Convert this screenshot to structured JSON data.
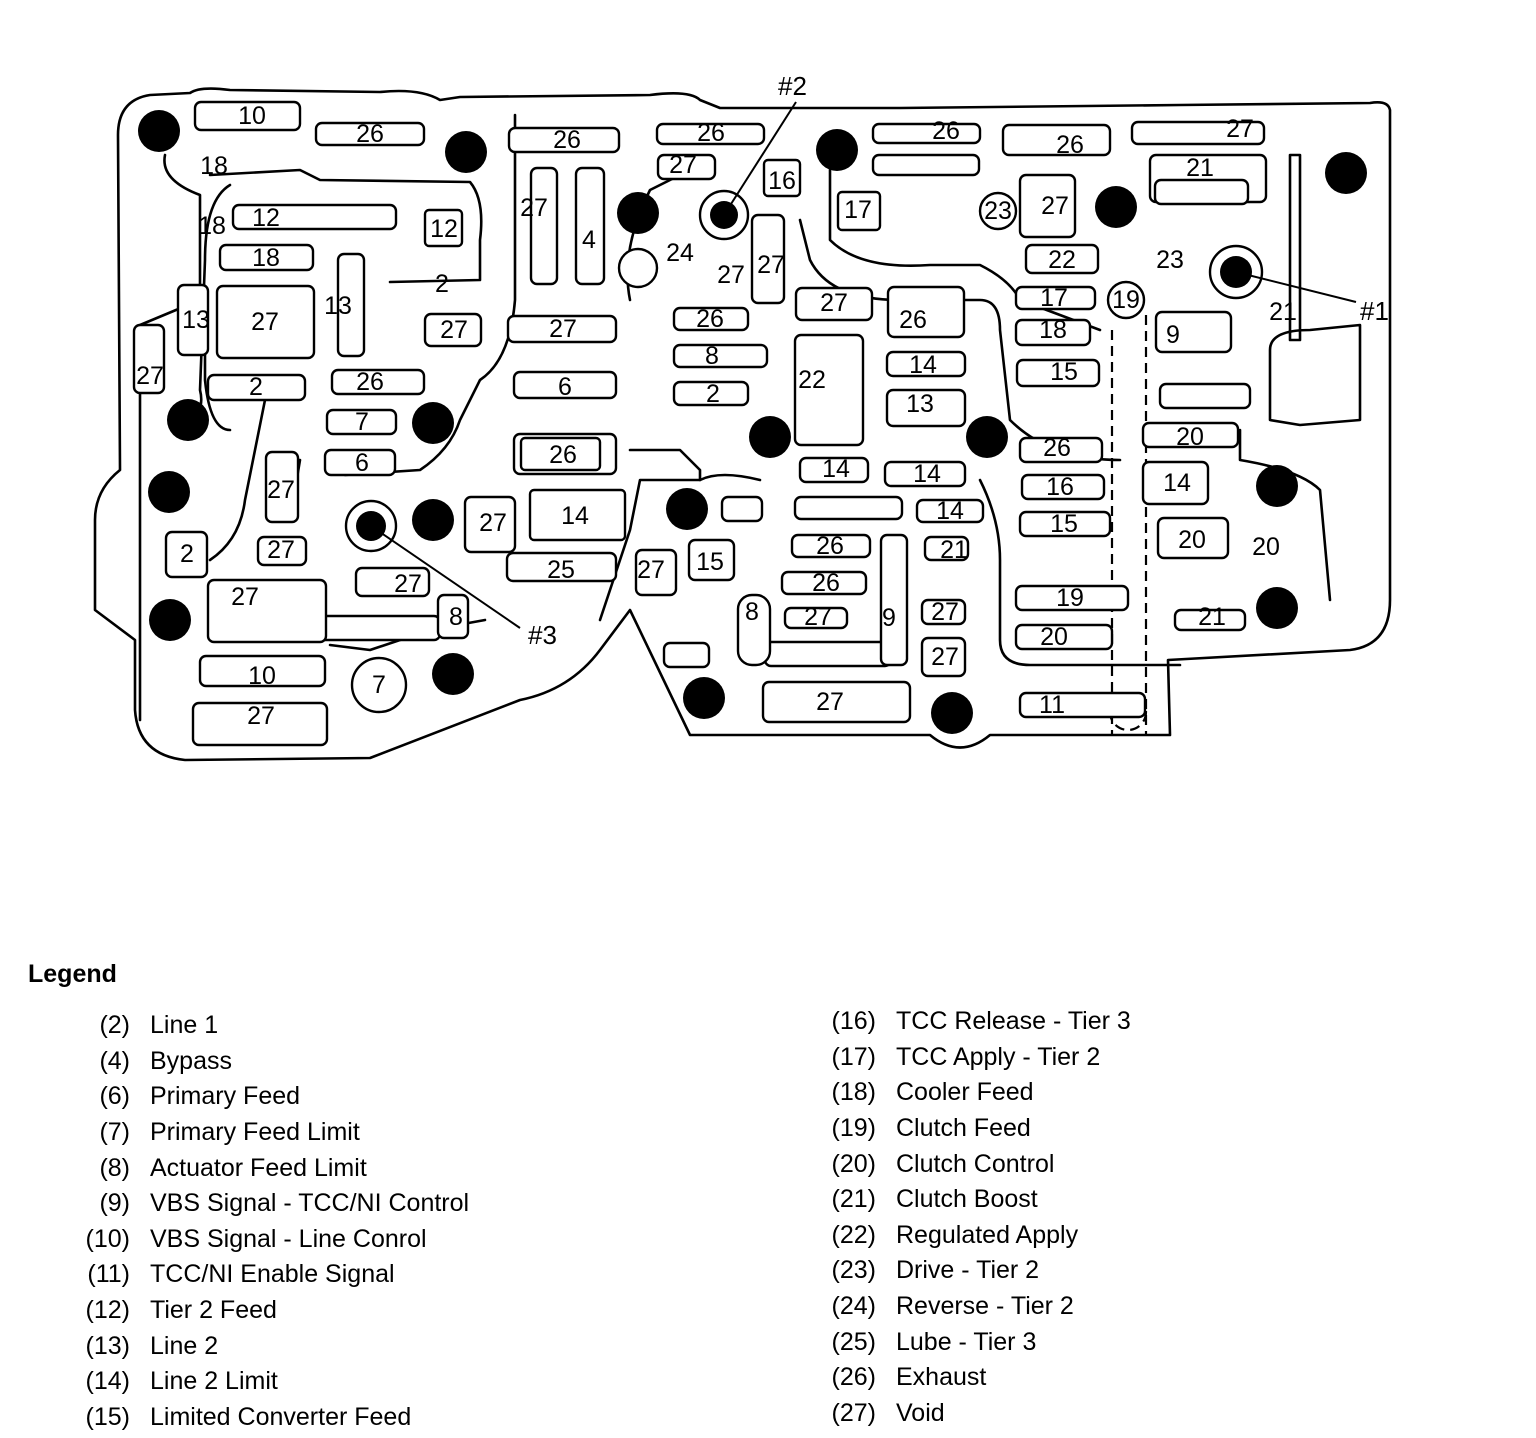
{
  "diagram": {
    "type": "valve-body-passage-diagram",
    "callouts": [
      {
        "id": "check-ball-1",
        "label": "#1"
      },
      {
        "id": "check-ball-2",
        "label": "#2"
      },
      {
        "id": "check-ball-3",
        "label": "#3"
      }
    ],
    "passage_labels": [
      "10",
      "26",
      "26",
      "26",
      "26",
      "26",
      "27",
      "18",
      "12",
      "12",
      "18",
      "27",
      "13",
      "13",
      "27",
      "27",
      "4",
      "27",
      "27",
      "2",
      "26",
      "18",
      "2",
      "6",
      "7",
      "6",
      "26",
      "16",
      "27",
      "24",
      "27",
      "27",
      "17",
      "23",
      "27",
      "22",
      "23",
      "21",
      "17",
      "18",
      "15",
      "19",
      "9",
      "21",
      "26",
      "8",
      "2",
      "27",
      "26",
      "22",
      "14",
      "13",
      "14",
      "14",
      "14",
      "26",
      "16",
      "15",
      "14",
      "20",
      "14",
      "20",
      "20",
      "27",
      "27",
      "27",
      "27",
      "2",
      "27",
      "25",
      "27",
      "15",
      "8",
      "26",
      "26",
      "27",
      "9",
      "21",
      "27",
      "27",
      "19",
      "20",
      "21",
      "8",
      "10",
      "7",
      "27",
      "27",
      "11"
    ]
  },
  "legend": {
    "title": "Legend",
    "items": [
      {
        "code": "(2)",
        "label": "Line 1"
      },
      {
        "code": "(4)",
        "label": "Bypass"
      },
      {
        "code": "(6)",
        "label": "Primary Feed"
      },
      {
        "code": "(7)",
        "label": "Primary Feed Limit"
      },
      {
        "code": "(8)",
        "label": "Actuator Feed Limit"
      },
      {
        "code": "(9)",
        "label": "VBS Signal - TCC/NI Control"
      },
      {
        "code": "(10)",
        "label": "VBS Signal - Line Conrol"
      },
      {
        "code": "(11)",
        "label": "TCC/NI Enable Signal"
      },
      {
        "code": "(12)",
        "label": "Tier 2 Feed"
      },
      {
        "code": "(13)",
        "label": "Line 2"
      },
      {
        "code": "(14)",
        "label": "Line 2 Limit"
      },
      {
        "code": "(15)",
        "label": "Limited Converter Feed"
      },
      {
        "code": "(16)",
        "label": "TCC Release - Tier 3"
      },
      {
        "code": "(17)",
        "label": "TCC Apply - Tier 2"
      },
      {
        "code": "(18)",
        "label": "Cooler Feed"
      },
      {
        "code": "(19)",
        "label": "Clutch Feed"
      },
      {
        "code": "(20)",
        "label": "Clutch Control"
      },
      {
        "code": "(21)",
        "label": "Clutch Boost"
      },
      {
        "code": "(22)",
        "label": "Regulated Apply"
      },
      {
        "code": "(23)",
        "label": "Drive - Tier 2"
      },
      {
        "code": "(24)",
        "label": "Reverse - Tier 2"
      },
      {
        "code": "(25)",
        "label": "Lube - Tier 3"
      },
      {
        "code": "(26)",
        "label": "Exhaust"
      },
      {
        "code": "(27)",
        "label": "Void"
      }
    ]
  }
}
